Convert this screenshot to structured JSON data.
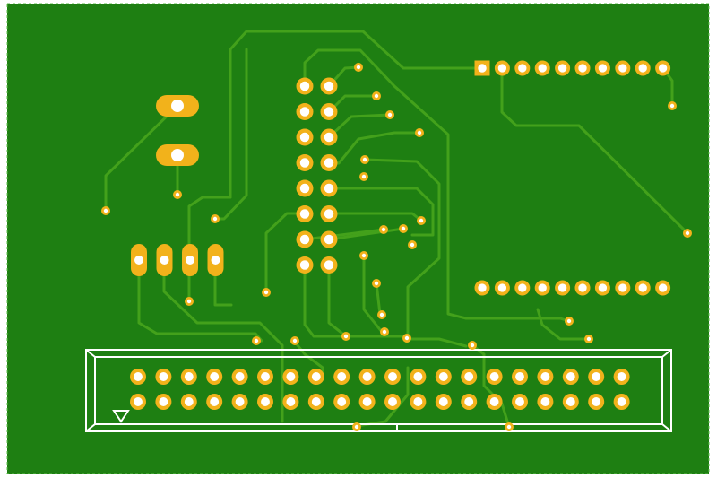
{
  "board": {
    "substrate_color": "#ffffff",
    "copper_color": "#1e7f12",
    "trace_color": "#43a11b",
    "pad_color": "#f2b21b",
    "hole_color": "#ffffff",
    "silkscreen_color": "#ffffff",
    "edge_color": "#5cc04a"
  },
  "components": {
    "pin_header_top": {
      "pins": 10,
      "first_pin_square": true
    },
    "pin_header_bottom": {
      "pins": 10
    },
    "dip_socket": {
      "rows": 8,
      "columns": 2
    },
    "oval_pads_horizontal": 2,
    "oval_pads_vertical": 4,
    "ribbon_connector": {
      "rows": 2,
      "pins_per_row": 20,
      "pin1_marker": "triangle-icon"
    }
  }
}
